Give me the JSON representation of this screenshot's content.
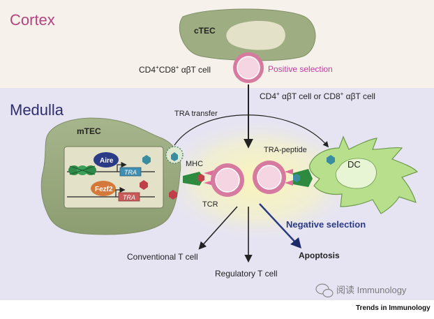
{
  "regions": {
    "cortex": "Cortex",
    "medulla": "Medulla"
  },
  "cells": {
    "ctec": "cTEC",
    "mtec": "mTEC",
    "dc": "DC"
  },
  "labels": {
    "cd4cd8": {
      "part1": "CD4",
      "sup1": "+",
      "part2": "CD8",
      "sup2": "+",
      "tail": " αβT cell"
    },
    "positive_selection": "Positive selection",
    "single_positive": {
      "part1": "CD4",
      "sup1": "+",
      "mid": " αβT cell or CD8",
      "sup2": "+",
      "tail": " αβT cell"
    },
    "tra_transfer": "TRA transfer",
    "tra_peptide": "TRA-peptide",
    "mhc": "MHC",
    "tcr": "TCR",
    "aire": "Aire",
    "fezf2": "Fezf2",
    "tra_gene": "TRA",
    "negative_selection": "Negative selection",
    "conventional_t_cell": "Conventional T cell",
    "regulatory_t_cell": "Regulatory T cell",
    "apoptosis": "Apoptosis"
  },
  "watermark": "阅读 Immunology",
  "journal": "Trends in Immunology",
  "colors": {
    "cortex_bg": "#f6f1ea",
    "medulla_bg": "#e6e4f3",
    "cortex_text": "#b2457f",
    "medulla_text": "#2d2d6e",
    "positive_selection_text": "#c040a0",
    "tec_fill": "#9fae82",
    "tec_inner": "#e3e2c8",
    "dc_fill": "#b8e08c",
    "tcell_ring": "#d77aa0",
    "tcell_fill": "#f5d5e2",
    "aire_fill": "#2b3b86",
    "fezf2_fill": "#d4793a",
    "negative_text": "#2a3a86"
  }
}
